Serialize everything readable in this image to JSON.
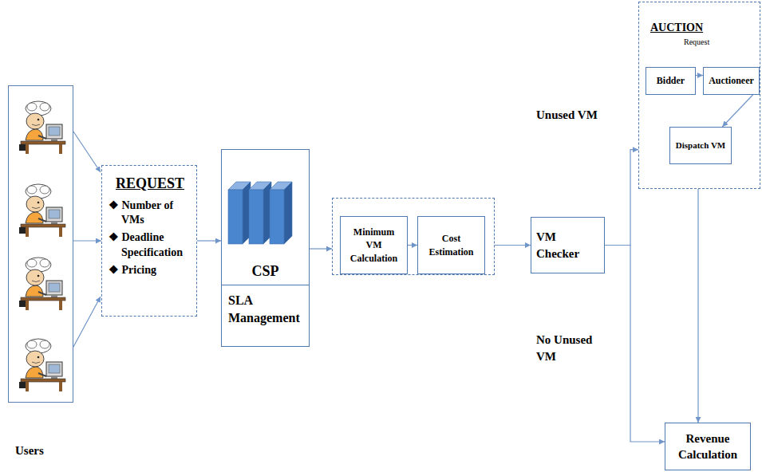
{
  "diagram": {
    "nodes": [
      {
        "text": [
          "Users"
        ]
      },
      {
        "text": [
          "REQUEST",
          "❖ Number of VMs",
          "❖ Deadline Specification",
          "❖ Pricing"
        ]
      },
      {
        "text": [
          "CSP",
          "SLA Management"
        ]
      },
      {
        "text": []
      },
      {
        "text": [
          "Minimum VM Calculation"
        ],
        "in": 3
      },
      {
        "text": [
          "Cost Estimation"
        ],
        "in": 3
      },
      {
        "text": [
          "VM Checker"
        ]
      },
      {
        "text": [
          "AUCTION",
          "Request"
        ]
      },
      {
        "text": [
          "Bidder"
        ],
        "in": 7
      },
      {
        "text": [
          "Auctioneer"
        ],
        "in": 7
      },
      {
        "text": [
          "Dispatch VM"
        ],
        "in": 7
      },
      {
        "text": [
          "Revenue Calculation"
        ]
      }
    ],
    "edges": [
      {
        "from": 0,
        "to": 1,
        "arrow": "to"
      },
      {
        "from": 1,
        "to": 2,
        "arrow": "to"
      },
      {
        "from": 2,
        "to": 3,
        "arrow": "to"
      },
      {
        "from": 4,
        "to": 5,
        "arrow": "to"
      },
      {
        "from": 3,
        "to": 6,
        "arrow": "to"
      },
      {
        "from": 6,
        "to": 7,
        "arrow": "to"
      },
      {
        "from": 6,
        "to": 11,
        "arrow": "to"
      },
      {
        "from": 7,
        "to": 11,
        "arrow": "to"
      },
      {
        "from": 8,
        "to": 9,
        "arrow": "to"
      },
      {
        "from": 9,
        "to": 10,
        "arrow": "to"
      }
    ],
    "labels": [
      "Unused VM",
      "No Unused VM"
    ]
  }
}
